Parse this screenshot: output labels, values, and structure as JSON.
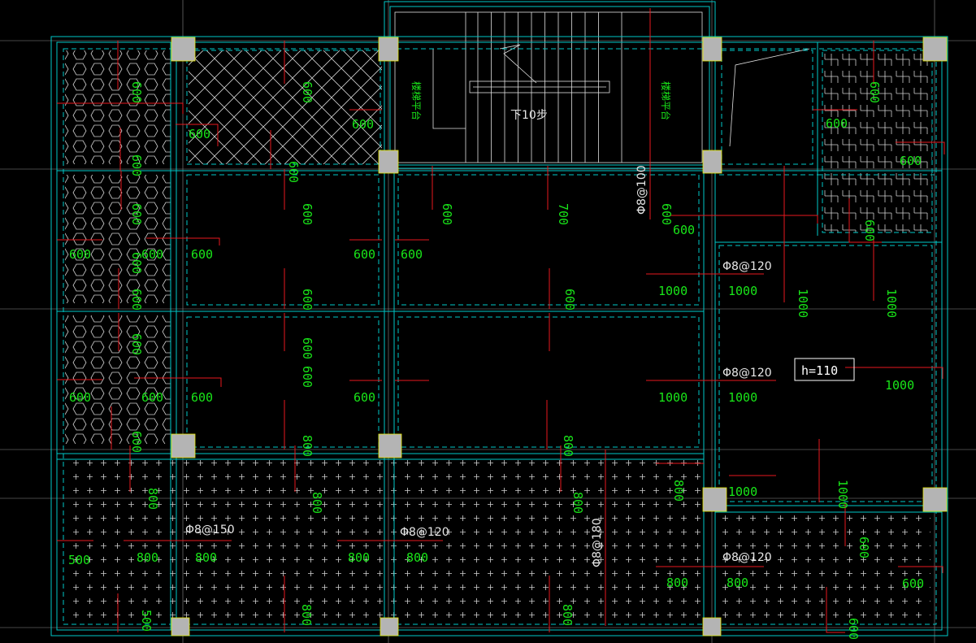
{
  "drawing": {
    "stair_note": "下10步",
    "landing_left": "楼梯平台",
    "landing_right": "楼梯平台",
    "height_tag": "h=110"
  },
  "rebar_notes": [
    {
      "id": "r1",
      "text": "Φ8@100"
    },
    {
      "id": "r2",
      "text": "Φ8@120"
    },
    {
      "id": "r3",
      "text": "Φ8@120"
    },
    {
      "id": "r4",
      "text": "Φ8@150"
    },
    {
      "id": "r5",
      "text": "Φ8@120"
    },
    {
      "id": "r6",
      "text": "Φ8@180"
    },
    {
      "id": "r7",
      "text": "Φ8@120"
    }
  ],
  "dims_h": [
    "600",
    "600",
    "600",
    "600",
    "600",
    "600",
    "600",
    "600",
    "600",
    "1000",
    "1000",
    "600",
    "600",
    "600",
    "600",
    "600",
    "1000",
    "1000",
    "1000",
    "1000",
    "500",
    "800",
    "800",
    "800",
    "800",
    "800",
    "800",
    "600"
  ],
  "dims_v": [
    "600",
    "600",
    "600",
    "600",
    "600",
    "600",
    "600",
    "700",
    "600",
    "600",
    "600",
    "600",
    "600",
    "600",
    "600",
    "800",
    "800",
    "600",
    "800",
    "800",
    "800",
    "800",
    "800",
    "800",
    "1000",
    "1000",
    "1000",
    "500",
    "600",
    "600",
    "600",
    "600",
    "600"
  ],
  "colors": {
    "wall": "#00c8c8",
    "rebar": "#e8181e",
    "dim": "#19e619",
    "column": "#b4b4b4",
    "grid": "#8c8c8c"
  }
}
